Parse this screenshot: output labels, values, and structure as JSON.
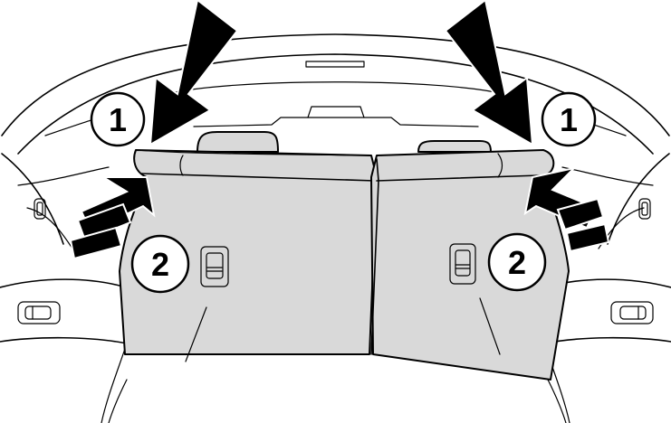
{
  "callouts": {
    "left_upper": "1",
    "right_upper": "1",
    "left_lower": "2",
    "right_lower": "2"
  },
  "colors": {
    "seat_fill": "#d9d9d9",
    "line": "#000000",
    "background": "#ffffff"
  }
}
